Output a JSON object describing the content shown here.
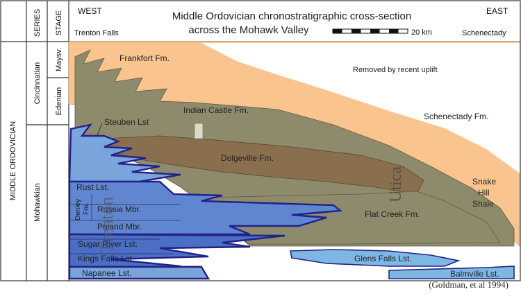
{
  "header": {
    "series_label": "SERIES",
    "stage_label": "STAGE",
    "title_line1": "Middle Ordovician chronostratigraphic cross-section",
    "title_line2": "across the Mohawk Valley",
    "west_label": "WEST",
    "east_label": "EAST",
    "west_place": "Trenton Falls",
    "east_place": "Schenectady",
    "scale_label": "20 km"
  },
  "left_column": {
    "system": "MIDDLE ORDOVICIAN",
    "series": [
      "Cincinnatian",
      "Mohawkian"
    ],
    "stages": [
      "Maysv.",
      "Edenian"
    ]
  },
  "units": {
    "frankfort": "Frankfort Fm.",
    "removed": "Removed by recent uplift",
    "indian_castle": "Indian Castle Fm.",
    "schenectady": "Schenectady Fm.",
    "steuben": "Steuben Lst",
    "dolgeville": "Dolgeville Fm.",
    "utica": "Utica",
    "snake_hill_1": "Snake",
    "snake_hill_2": "Hill",
    "snake_hill_3": "Shale",
    "rust": "Rust Lst.",
    "denley_1": "Denley",
    "denley_2": "Fm.",
    "russia": "Russia Mbr.",
    "poland": "Poland Mbr.",
    "trenton": "Trenton",
    "flat_creek": "Flat Creek Fm.",
    "sugar_river": "Sugar River Lst.",
    "kings_falls": "Kings Falls Lst.",
    "napanee": "Napanee Lst.",
    "glens_falls": "Glens Falls Lst.",
    "balmville": "Balmville Lst."
  },
  "citation": "(Goldman, et al 1994)",
  "colors": {
    "orange": "#f9c48e",
    "olive": "#8e8b6c",
    "brown": "#8a6f4e",
    "blue_light": "#7aa4dc",
    "blue_mid": "#5f86cf",
    "blue_deep": "#4a6fc4",
    "blue_outline": "#22218a",
    "glens_falls": "#7fb7e4"
  }
}
